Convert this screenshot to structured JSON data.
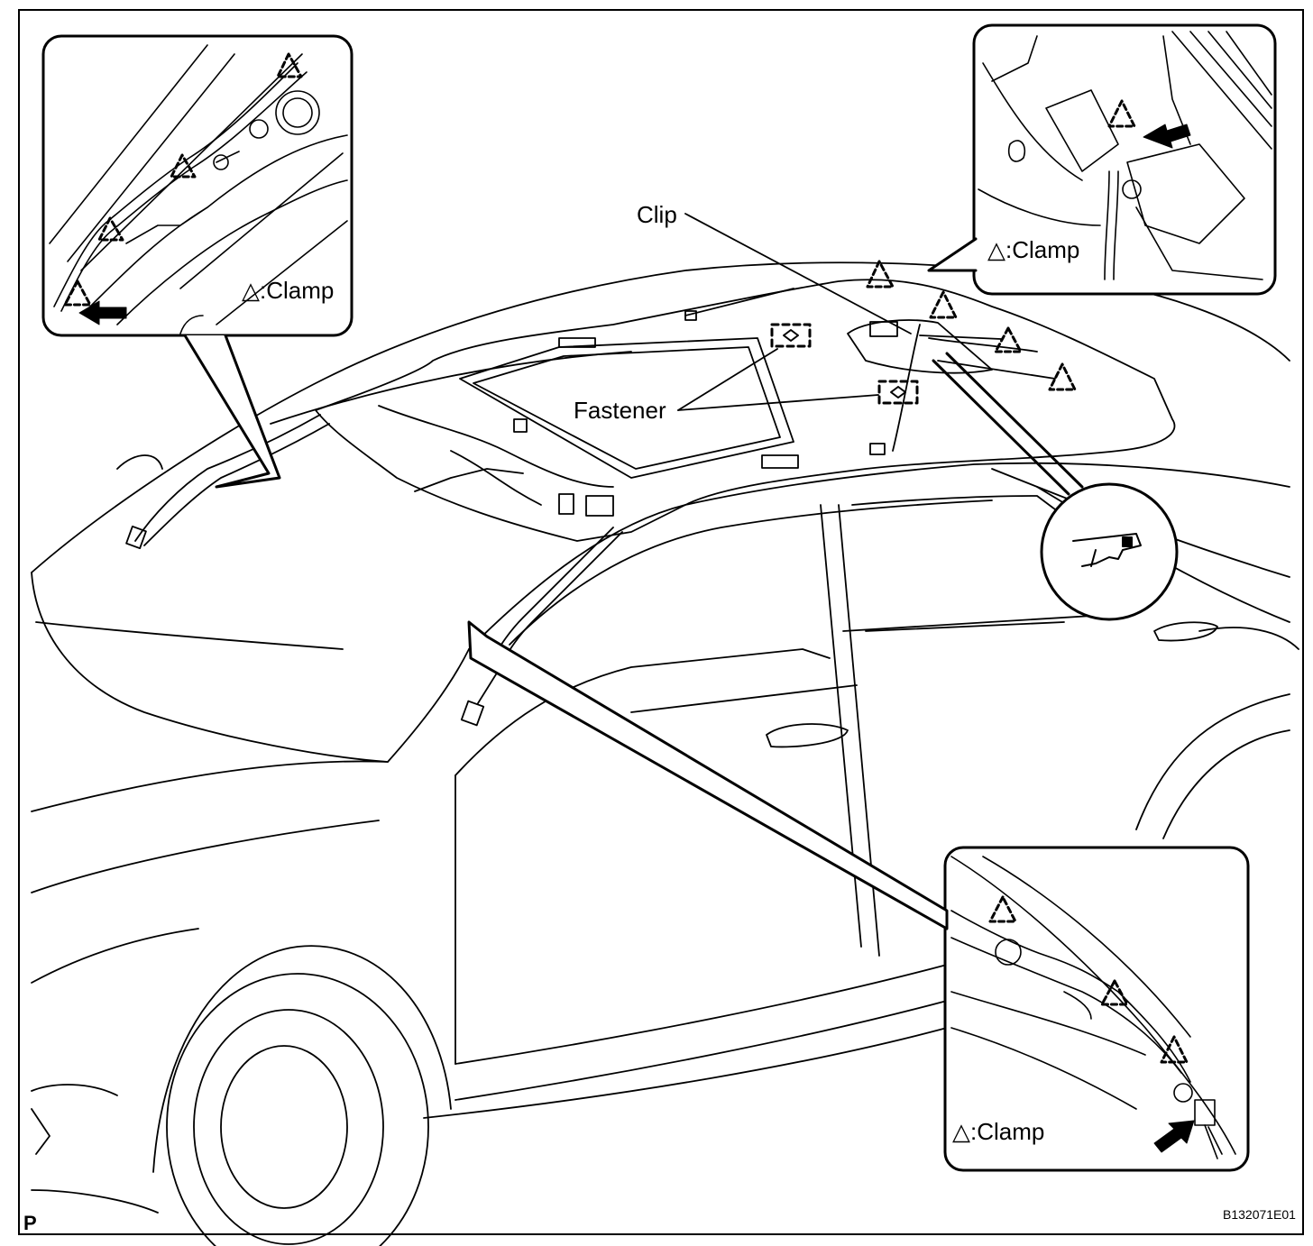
{
  "labels": {
    "clip": "Clip",
    "fastener": "Fastener",
    "clamp_top_left": "△:Clamp",
    "clamp_top_right": "△:Clamp",
    "clamp_bottom_right": "△:Clamp",
    "page_marker": "P",
    "figure_code": "B132071E01"
  },
  "icons": {
    "clamp": "dashed-triangle-icon",
    "fastener": "dashed-diamond-icon",
    "arrow": "solid-arrow-icon"
  },
  "colors": {
    "line": "#000000",
    "background": "#ffffff"
  }
}
